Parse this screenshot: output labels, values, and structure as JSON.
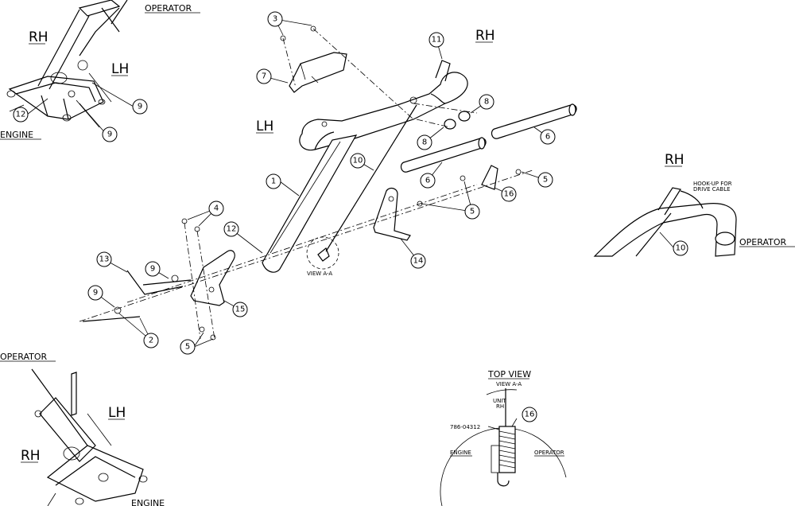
{
  "labels": {
    "rh": "RH",
    "lh": "LH",
    "operator": "OPERATOR",
    "engine": "ENGINE",
    "view_aa": "VIEW A-A",
    "top_view": "TOP VIEW",
    "hook_up_line1": "HOOK-UP FOR",
    "hook_up_line2": "DRIVE CABLE",
    "unit_rh_line1": "UNIT",
    "unit_rh_line2": "RH",
    "part_number": "786-04312"
  },
  "callouts": [
    "1",
    "2",
    "3",
    "4",
    "5",
    "6",
    "7",
    "8",
    "9",
    "10",
    "11",
    "12",
    "13",
    "14",
    "15",
    "16"
  ]
}
